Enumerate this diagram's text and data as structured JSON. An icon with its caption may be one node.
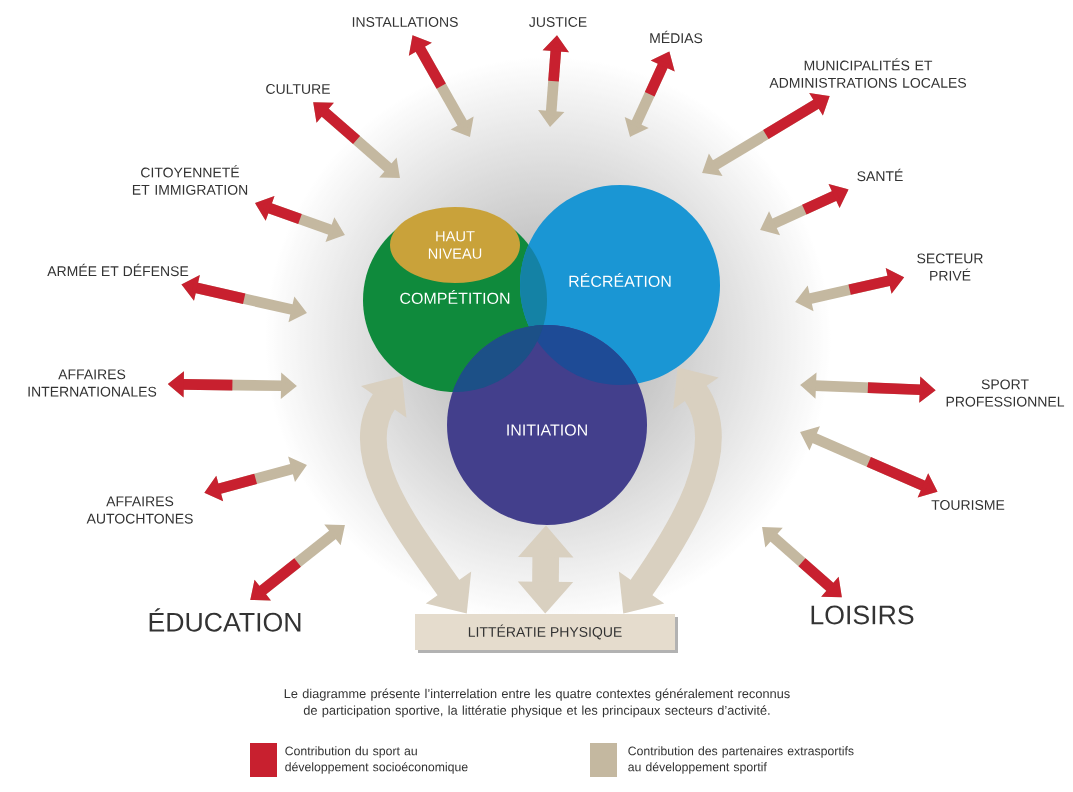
{
  "diagram": {
    "caption": "Le diagramme présente l’interrelation entre les quatre contextes généralement reconnus de participation sportive, la littératie physique et les principaux secteurs d’activité.",
    "nodes": [
      {
        "text": [
          "COMPÉTITION"
        ]
      },
      {
        "text": [
          "HAUT NIVEAU"
        ],
        "in": 0
      },
      {
        "text": [
          "RÉCRÉATION"
        ]
      },
      {
        "text": [
          "INITIATION"
        ]
      },
      {
        "text": [
          "LITTÉRATIE PHYSIQUE"
        ]
      },
      {
        "text": [
          "INSTALLATIONS"
        ]
      },
      {
        "text": [
          "JUSTICE"
        ]
      },
      {
        "text": [
          "MÉDIAS"
        ]
      },
      {
        "text": [
          "MUNICIPALITÉS ET ADMINISTRATIONS LOCALES"
        ]
      },
      {
        "text": [
          "CULTURE"
        ]
      },
      {
        "text": [
          "SANTÉ"
        ]
      },
      {
        "text": [
          "CITOYENNETÉ ET IMMIGRATION"
        ]
      },
      {
        "text": [
          "SECTEUR PRIVÉ"
        ]
      },
      {
        "text": [
          "ARMÉE ET DÉFENSE"
        ]
      },
      {
        "text": [
          "AFFAIRES INTERNATIONALES"
        ]
      },
      {
        "text": [
          "SPORT PROFESSIONNEL"
        ]
      },
      {
        "text": [
          "TOURISME"
        ]
      },
      {
        "text": [
          "AFFAIRES AUTOCHTONES"
        ]
      },
      {
        "text": [
          "ÉDUCATION"
        ]
      },
      {
        "text": [
          "LOISIRS"
        ]
      }
    ],
    "edges": [
      {
        "from": null,
        "to": 5,
        "arrow": "both"
      },
      {
        "from": null,
        "to": 6,
        "arrow": "both"
      },
      {
        "from": null,
        "to": 7,
        "arrow": "both"
      },
      {
        "from": null,
        "to": 8,
        "arrow": "both"
      },
      {
        "from": null,
        "to": 9,
        "arrow": "both"
      },
      {
        "from": null,
        "to": 10,
        "arrow": "both"
      },
      {
        "from": null,
        "to": 11,
        "arrow": "both"
      },
      {
        "from": null,
        "to": 12,
        "arrow": "both"
      },
      {
        "from": null,
        "to": 13,
        "arrow": "both"
      },
      {
        "from": null,
        "to": 14,
        "arrow": "both"
      },
      {
        "from": null,
        "to": 15,
        "arrow": "both"
      },
      {
        "from": null,
        "to": 16,
        "arrow": "both"
      },
      {
        "from": null,
        "to": 17,
        "arrow": "both"
      },
      {
        "from": null,
        "to": 18,
        "arrow": "both"
      },
      {
        "from": null,
        "to": 19,
        "arrow": "both"
      },
      {
        "from": 0,
        "to": 4,
        "arrow": "both",
        "style": "thick",
        "color": "#d9d0c0"
      },
      {
        "from": 2,
        "to": 4,
        "arrow": "both",
        "style": "thick",
        "color": "#d9d0c0"
      },
      {
        "from": 3,
        "to": 4,
        "arrow": "both",
        "style": "thick",
        "color": "#d9d0c0"
      }
    ],
    "legend": [
      {
        "text": "Contribution du sport au développement socioéconomique",
        "color": "#c8202f"
      },
      {
        "text": "Contribution des partenaires extrasportifs au développement sportif",
        "color": "#c4b8a0"
      }
    ]
  }
}
